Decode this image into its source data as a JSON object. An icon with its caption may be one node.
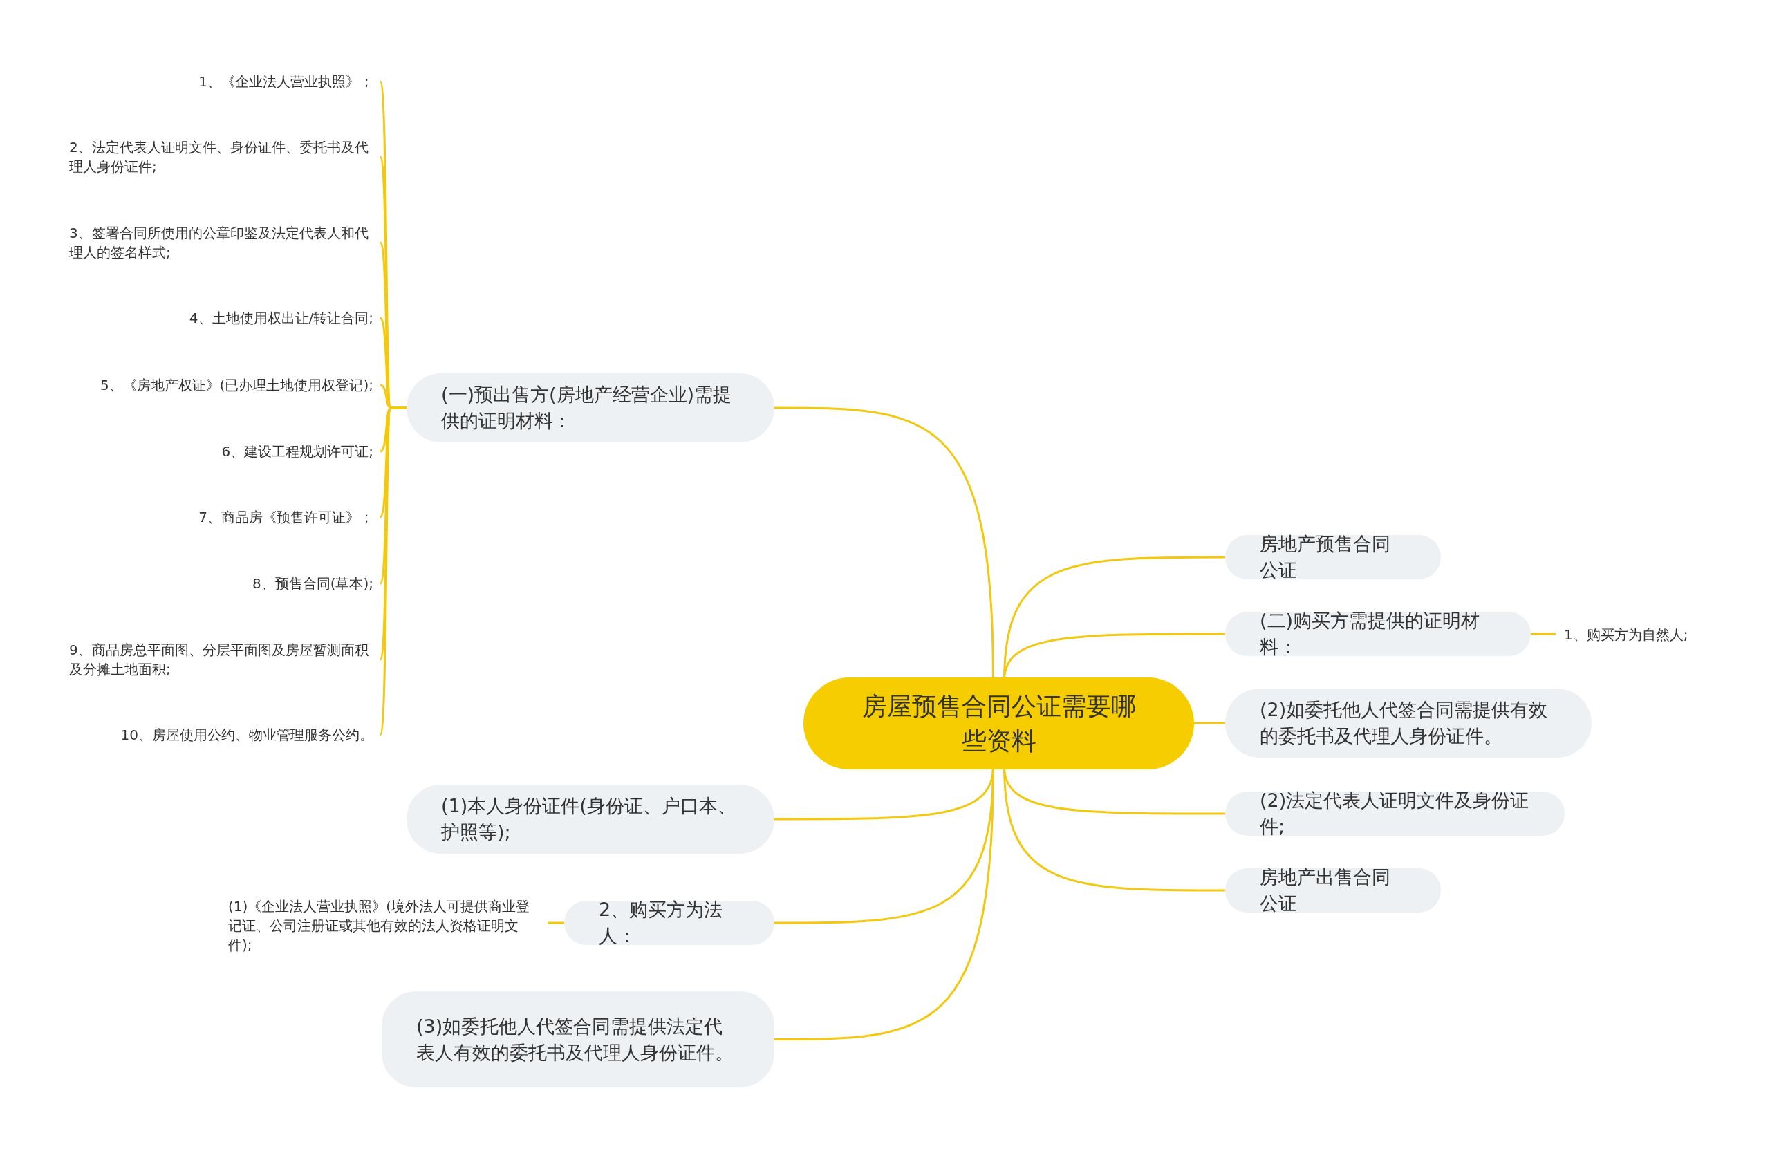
{
  "diagram": {
    "nodes": [
      {
        "text": [
          "房屋预售合同公证需要哪些资料"
        ]
      },
      {
        "text": [
          "(一)预出售方(房地产经营企业)需提供的证明材料："
        ]
      },
      {
        "text": [
          "1、《企业法人营业执照》；"
        ]
      },
      {
        "text": [
          "2、法定代表人证明文件、身份证件、委托书及代理人身份证件;"
        ]
      },
      {
        "text": [
          "3、签署合同所使用的公章印鉴及法定代表人和代理人的签名样式;"
        ]
      },
      {
        "text": [
          "4、土地使用权出让/转让合同;"
        ]
      },
      {
        "text": [
          "5、《房地产权证》(已办理土地使用权登记);"
        ]
      },
      {
        "text": [
          "6、建设工程规划许可证;"
        ]
      },
      {
        "text": [
          "7、商品房《预售许可证》；"
        ]
      },
      {
        "text": [
          "8、预售合同(草本);"
        ]
      },
      {
        "text": [
          "9、商品房总平面图、分层平面图及房屋暂测面积及分摊土地面积;"
        ]
      },
      {
        "text": [
          "10、房屋使用公约、物业管理服务公约。"
        ]
      },
      {
        "text": [
          "房地产预售合同公证"
        ]
      },
      {
        "text": [
          "(二)购买方需提供的证明材料："
        ]
      },
      {
        "text": [
          "1、购买方为自然人;"
        ]
      },
      {
        "text": [
          "(2)如委托他人代签合同需提供有效的委托书及代理人身份证件。"
        ]
      },
      {
        "text": [
          "(2)法定代表人证明文件及身份证件;"
        ]
      },
      {
        "text": [
          "房地产出售合同公证"
        ]
      },
      {
        "text": [
          "(1)本人身份证件(身份证、户口本、护照等);"
        ]
      },
      {
        "text": [
          "2、购买方为法人："
        ]
      },
      {
        "text": [
          "(1)《企业法人营业执照》(境外法人可提供商业登记证、公司注册证或其他有效的法人资格证明文件);"
        ]
      },
      {
        "text": [
          "(3)如委托他人代签合同需提供法定代表人有效的委托书及代理人身份证件。"
        ]
      }
    ],
    "edges": [
      {
        "from": 0,
        "to": 1,
        "arrow": "none"
      },
      {
        "from": 1,
        "to": 2,
        "arrow": "none"
      },
      {
        "from": 1,
        "to": 3,
        "arrow": "none"
      },
      {
        "from": 1,
        "to": 4,
        "arrow": "none"
      },
      {
        "from": 1,
        "to": 5,
        "arrow": "none"
      },
      {
        "from": 1,
        "to": 6,
        "arrow": "none"
      },
      {
        "from": 1,
        "to": 7,
        "arrow": "none"
      },
      {
        "from": 1,
        "to": 8,
        "arrow": "none"
      },
      {
        "from": 1,
        "to": 9,
        "arrow": "none"
      },
      {
        "from": 1,
        "to": 10,
        "arrow": "none"
      },
      {
        "from": 1,
        "to": 11,
        "arrow": "none"
      },
      {
        "from": 0,
        "to": 12,
        "arrow": "none"
      },
      {
        "from": 0,
        "to": 13,
        "arrow": "none"
      },
      {
        "from": 13,
        "to": 14,
        "arrow": "none"
      },
      {
        "from": 0,
        "to": 15,
        "arrow": "none"
      },
      {
        "from": 0,
        "to": 16,
        "arrow": "none"
      },
      {
        "from": 0,
        "to": 17,
        "arrow": "none"
      },
      {
        "from": 0,
        "to": 18,
        "arrow": "none"
      },
      {
        "from": 0,
        "to": 19,
        "arrow": "none"
      },
      {
        "from": 19,
        "to": 20,
        "arrow": "none"
      },
      {
        "from": 0,
        "to": 21,
        "arrow": "none"
      }
    ]
  }
}
